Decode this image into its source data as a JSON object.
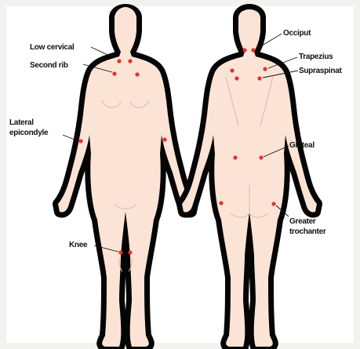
{
  "colors": {
    "frame": "#f2f2ee",
    "skin": "#fbe4d6",
    "outline": "#050505",
    "point": "#e8302e",
    "text": "#111111"
  },
  "figures": {
    "front": {
      "view": "anterior"
    },
    "back": {
      "view": "posterior"
    }
  },
  "labels": {
    "low_cervical": "Low cervical",
    "second_rib": "Second rib",
    "lateral_epicondyle_line1": "Lateral",
    "lateral_epicondyle_line2": "epicondyle",
    "knee": "Knee",
    "occiput": "Occiput",
    "trapezius": "Trapezius",
    "supraspinatus": "Supraspinat",
    "gluteal": "Gluteal",
    "greater_trochanter_line1": "Greater",
    "greater_trochanter_line2": "trochanter"
  }
}
